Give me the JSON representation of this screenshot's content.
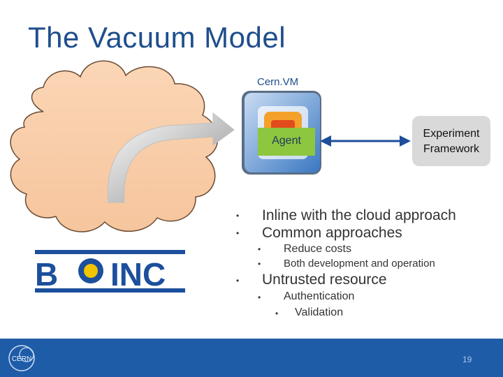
{
  "title": "The Vacuum Model",
  "cernvm_label": "Cern.VM",
  "agent_label": "Agent",
  "experiment_framework": {
    "line1": "Experiment",
    "line2": "Framework"
  },
  "bullets": [
    {
      "text": "Inline with the cloud approach"
    },
    {
      "text": "Common approaches"
    },
    {
      "text": "Reduce costs"
    },
    {
      "text": "Both development and operation"
    },
    {
      "text": "Untrusted resource"
    },
    {
      "text": "Authentication"
    },
    {
      "text": "Validation"
    }
  ],
  "boinc_logo": "BOINC",
  "footer": {
    "logo": "CERN",
    "page_number": "19"
  },
  "colors": {
    "title": "#1f4e8c",
    "agent_box": "#8dc63f",
    "footer": "#1f5ca8",
    "arrow": "#1d4f9a"
  }
}
